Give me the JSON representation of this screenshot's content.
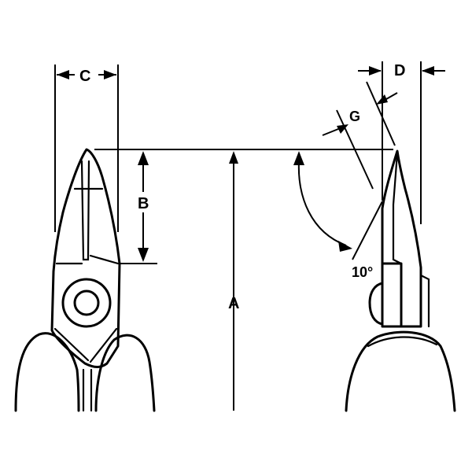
{
  "diagram": {
    "labels": {
      "a": "A",
      "b": "B",
      "c": "C",
      "d": "D",
      "g": "G",
      "angle": "10°"
    }
  }
}
